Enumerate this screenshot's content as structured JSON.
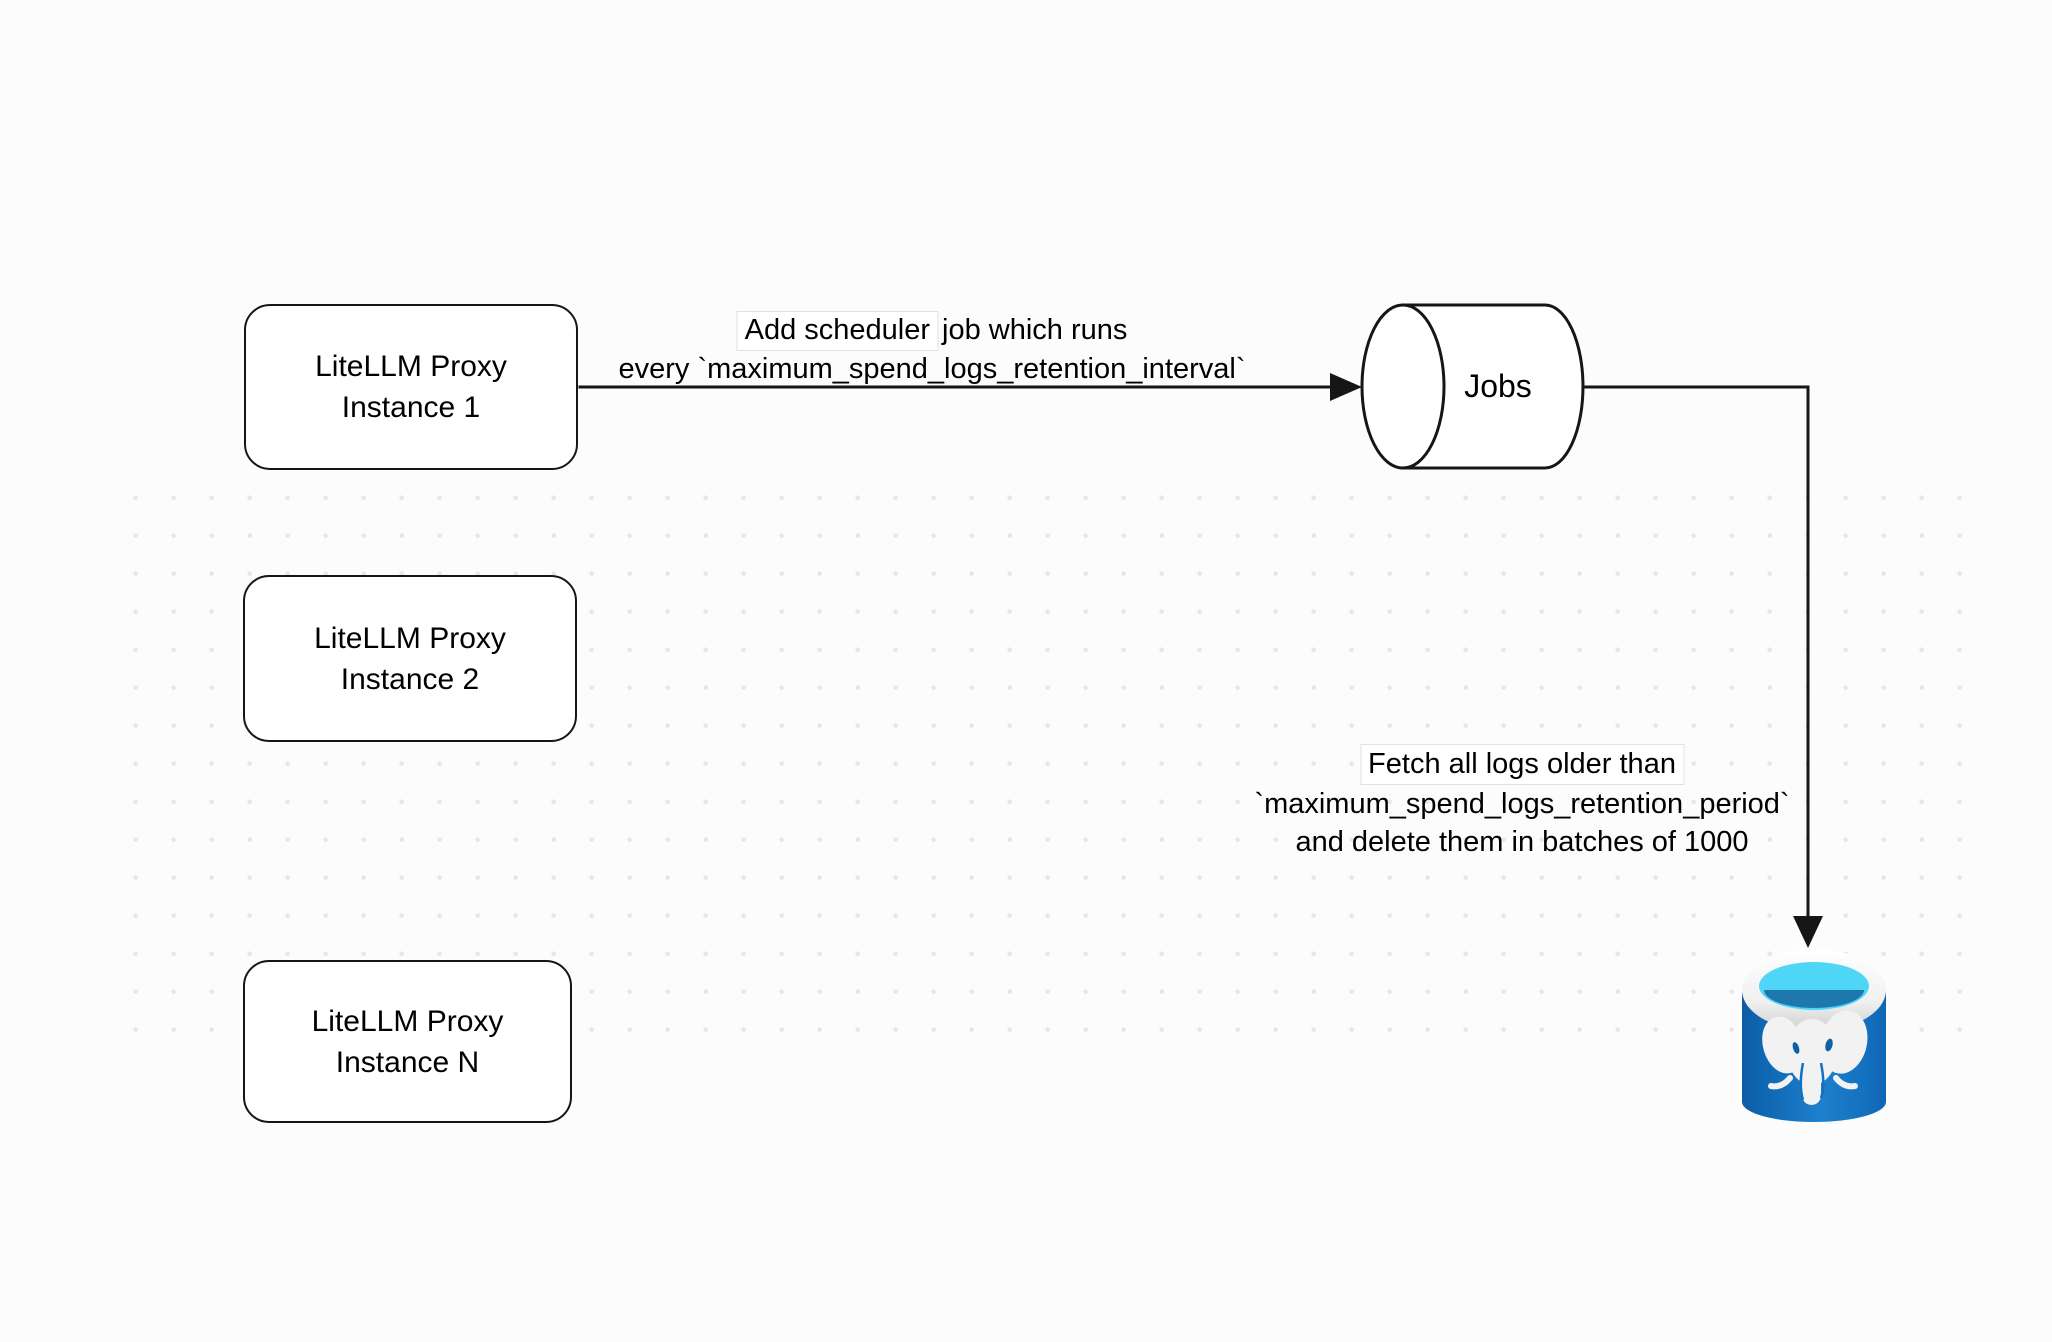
{
  "nodes": {
    "instance1": {
      "line1": "LiteLLM Proxy",
      "line2": "Instance 1"
    },
    "instance2": {
      "line1": "LiteLLM Proxy",
      "line2": "Instance 2"
    },
    "instanceN": {
      "line1": "LiteLLM Proxy",
      "line2": "Instance N"
    },
    "jobs": {
      "label": "Jobs"
    },
    "postgres": {
      "icon": "postgresql-database-icon"
    }
  },
  "edges": {
    "scheduler": {
      "line1_boxed": "Add scheduler",
      "line1_rest": "job which runs",
      "line2": "every `maximum_spend_logs_retention_interval`"
    },
    "fetch": {
      "line1": "Fetch all logs older than",
      "line2": "`maximum_spend_logs_retention_period`",
      "line3": "and delete them in batches of 1000"
    }
  },
  "colors": {
    "stroke": "#161616",
    "canvas_bg": "#fcfcfc",
    "dot": "#e6e6e6",
    "postgres_body_blue": "#1371c0",
    "postgres_body_blue_dark": "#0d60a8",
    "postgres_water_cyan": "#4fd6f6",
    "postgres_water_dark": "#1e78ad",
    "postgres_rim_light": "#ededed",
    "postgres_elephant_white": "#f2f2f2"
  }
}
